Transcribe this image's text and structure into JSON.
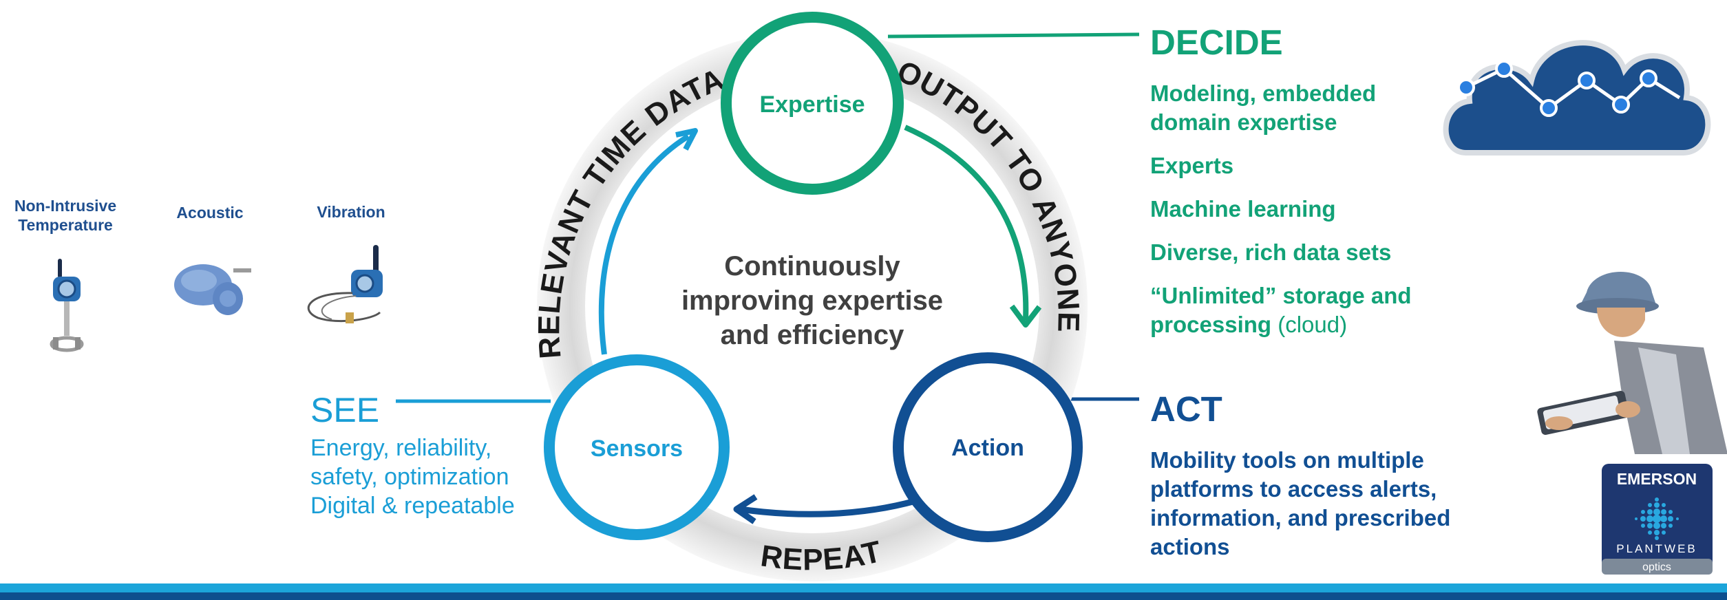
{
  "sensors": [
    {
      "label": "Non-Intrusive Temperature",
      "icon": "temperature-transmitter-icon"
    },
    {
      "label": "Acoustic",
      "icon": "acoustic-transmitter-icon"
    },
    {
      "label": "Vibration",
      "icon": "vibration-transmitter-icon"
    }
  ],
  "see": {
    "title": "SEE",
    "items": [
      "Energy, reliability,",
      "safety, optimization",
      "Digital & repeatable"
    ]
  },
  "cycle": {
    "center_text": [
      "Continuously",
      "improving expertise",
      "and efficiency"
    ],
    "nodes": {
      "expertise": "Expertise",
      "sensors": "Sensors",
      "action": "Action"
    },
    "ring_labels": {
      "left": "RELEVANT TIME DATA",
      "right": "OUTPUT TO ANYONE",
      "bottom": "REPEAT"
    }
  },
  "decide": {
    "title": "DECIDE",
    "items": [
      "Modeling, embedded domain expertise",
      "Experts",
      "Machine learning",
      "Diverse, rich data sets"
    ],
    "storage_bold": "“Unlimited” storage and processing",
    "storage_normal": "(cloud)"
  },
  "act": {
    "title": "ACT",
    "description": "Mobility tools on multiple platforms to access alerts, information, and prescribed actions"
  },
  "logo": {
    "brand": "EMERSON",
    "product": "PLANTWEB",
    "sub": "optics"
  },
  "colors": {
    "green": "#12a277",
    "light_blue": "#1a9ed6",
    "dark_blue": "#114f93",
    "ring_gray": "#e2e2e2"
  }
}
